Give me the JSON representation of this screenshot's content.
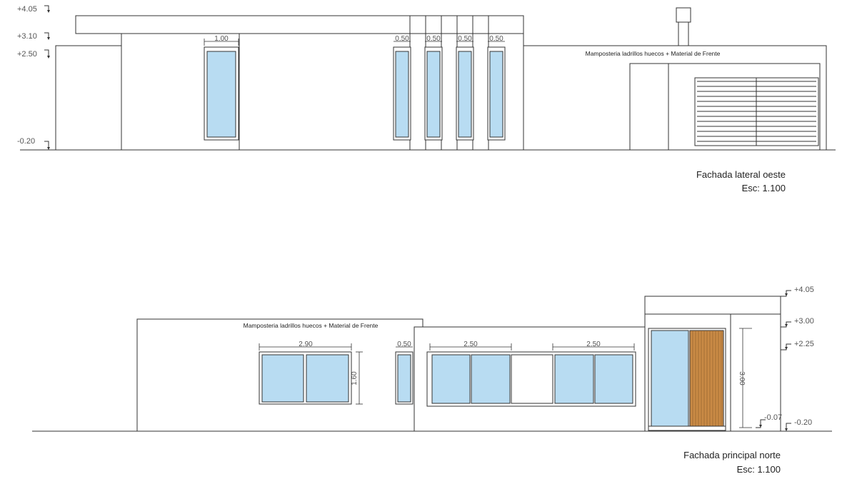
{
  "colors": {
    "glass": "#b8dcf2",
    "wood": "#c98a45",
    "line": "#333333"
  },
  "elevation_west": {
    "title": "Fachada lateral oeste",
    "scale": "Esc: 1.100",
    "note": "Mamposteria ladrillos huecos + Material de Frente",
    "levels": [
      "+4.05",
      "+3.10",
      "+2.50",
      "-0.20"
    ],
    "dims": [
      "1.00",
      "0.50",
      "0.50",
      "0.50",
      "0.50"
    ]
  },
  "elevation_north": {
    "title": "Fachada principal norte",
    "scale": "Esc: 1.100",
    "note": "Mamposteria ladrillos huecos + Material de Frente",
    "levels": [
      "+4.05",
      "+3.00",
      "+2.25",
      "-0.07",
      "-0.20"
    ],
    "dims": [
      "2.90",
      "1.60",
      "0.50",
      "2.50",
      "2.50",
      "3.00"
    ]
  }
}
